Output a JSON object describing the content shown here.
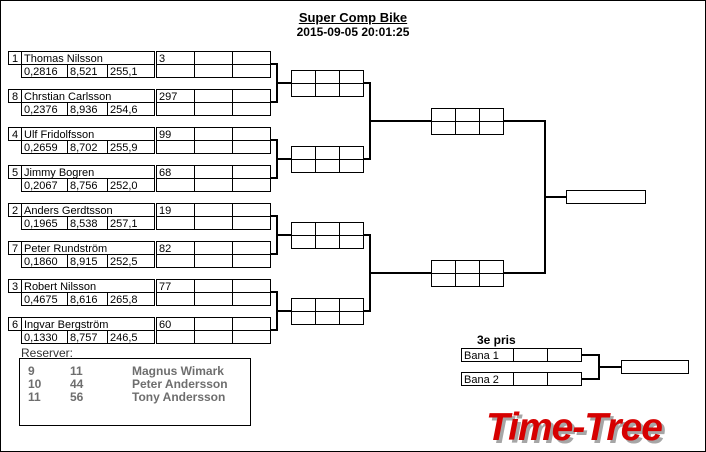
{
  "header": {
    "title": "Super Comp Bike",
    "datetime": "2015-09-05 20:01:25"
  },
  "bracket": {
    "competitors": [
      {
        "seed": "1",
        "name": "Thomas Nilsson",
        "rt": "0,2816",
        "et": "8,521",
        "speed": "255,1",
        "num": "3"
      },
      {
        "seed": "8",
        "name": "Chrstian Carlsson",
        "rt": "0,2376",
        "et": "8,936",
        "speed": "254,6",
        "num": "297"
      },
      {
        "seed": "4",
        "name": "Ulf Fridolfsson",
        "rt": "0,2659",
        "et": "8,702",
        "speed": "255,9",
        "num": "99"
      },
      {
        "seed": "5",
        "name": "Jimmy Bogren",
        "rt": "0,2067",
        "et": "8,756",
        "speed": "252,0",
        "num": "68"
      },
      {
        "seed": "2",
        "name": "Anders Gerdtsson",
        "rt": "0,1965",
        "et": "8,538",
        "speed": "257,1",
        "num": "19"
      },
      {
        "seed": "7",
        "name": "Peter Rundström",
        "rt": "0,1860",
        "et": "8,915",
        "speed": "252,5",
        "num": "82"
      },
      {
        "seed": "3",
        "name": "Robert Nilsson",
        "rt": "0,4675",
        "et": "8,616",
        "speed": "265,8",
        "num": "77"
      },
      {
        "seed": "6",
        "name": "Ingvar Bergström",
        "rt": "0,1330",
        "et": "8,757",
        "speed": "246,5",
        "num": "60"
      }
    ]
  },
  "reserves": {
    "label": "Reserver:",
    "rows": [
      {
        "pos": "9",
        "num": "11",
        "name": "Magnus Wimark"
      },
      {
        "pos": "10",
        "num": "44",
        "name": "Peter Andersson"
      },
      {
        "pos": "11",
        "num": "56",
        "name": "Tony Andersson"
      }
    ]
  },
  "third_prize": {
    "label": "3e pris",
    "lanes": [
      "Bana 1",
      "Bana 2"
    ]
  },
  "logo": {
    "text": "Time-Tree",
    "color": "#d60000"
  }
}
